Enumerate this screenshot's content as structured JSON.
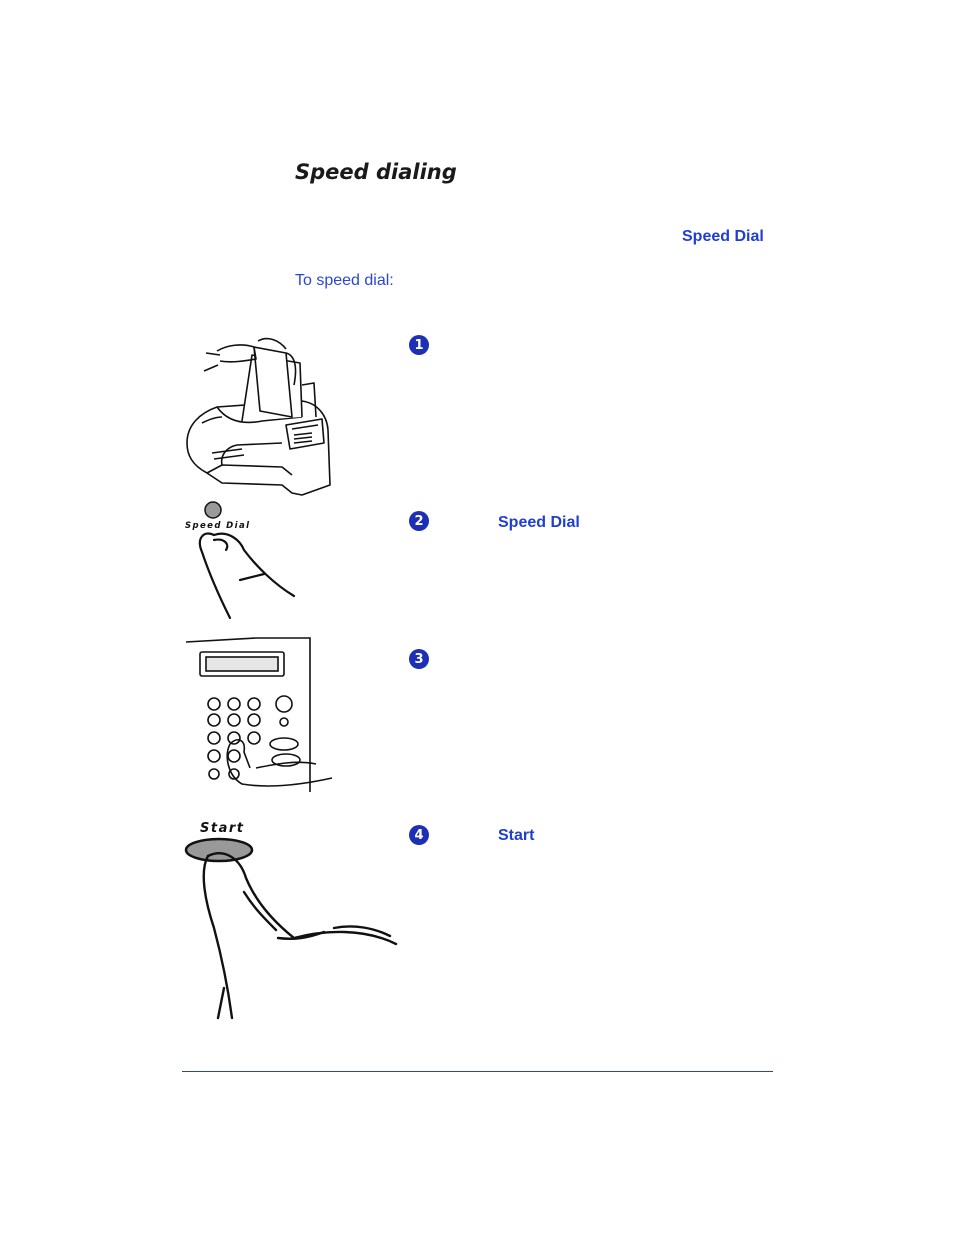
{
  "section_title": "Speed dialing",
  "intro_keyword": "Speed Dial",
  "procedure_heading": "To speed dial:",
  "steps": [
    {
      "number": "1",
      "keyword": ""
    },
    {
      "number": "2",
      "keyword": "Speed Dial"
    },
    {
      "number": "3",
      "keyword": ""
    },
    {
      "number": "4",
      "keyword": "Start"
    }
  ],
  "illustrations": {
    "speed_dial_button_label": "Speed Dial",
    "start_button_label": "Start"
  },
  "colors": {
    "accent": "#1f3fd1",
    "badge": "#1d2fb5",
    "rule": "#2a3fd0"
  }
}
